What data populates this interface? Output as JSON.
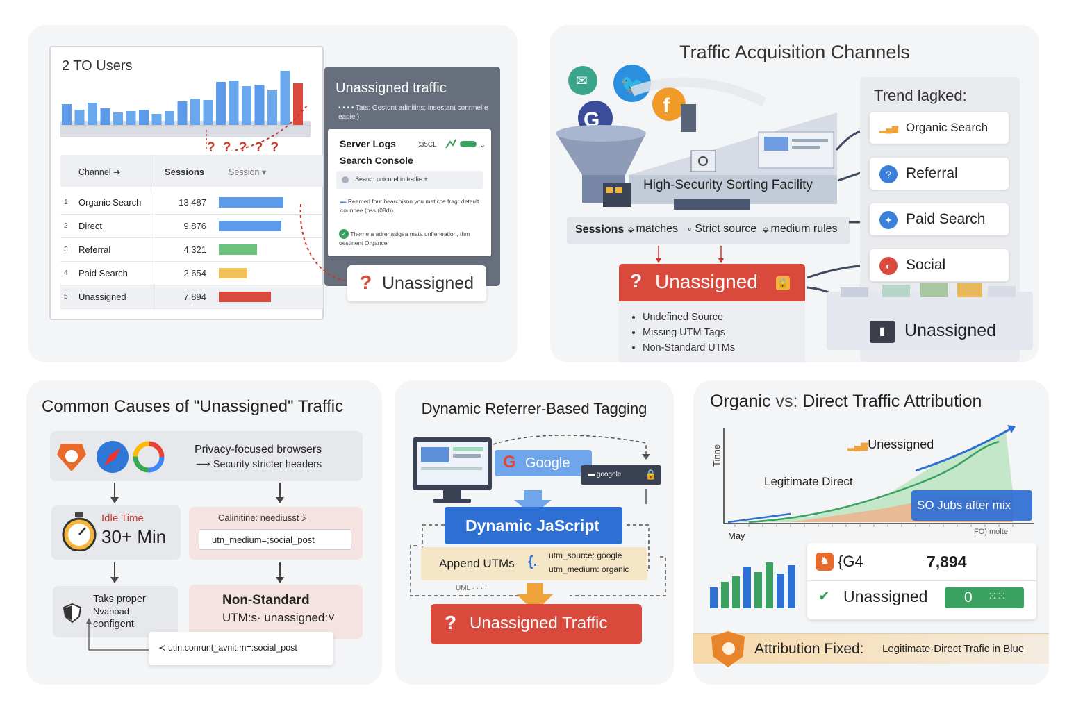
{
  "dashboard": {
    "title": "2 TO Users",
    "question_marks": "? ? ? ? ?",
    "table": {
      "headers": [
        "Channel",
        "Sessions",
        "Session"
      ],
      "rows": [
        {
          "idx": "1",
          "channel": "Organic Search",
          "sessions": "13,487",
          "color": "#5c9bea",
          "share": 0.88
        },
        {
          "idx": "2",
          "channel": "Direct",
          "sessions": "9,876",
          "color": "#5c9bea",
          "share": 0.85
        },
        {
          "idx": "3",
          "channel": "Referral",
          "sessions": "4,321",
          "color": "#6cc27f",
          "share": 0.52
        },
        {
          "idx": "4",
          "channel": "Paid Search",
          "sessions": "2,654",
          "color": "#f3c15a",
          "share": 0.39
        },
        {
          "idx": "5",
          "channel": "Unassigned",
          "sessions": "7,894",
          "color": "#d94a3d",
          "share": 0.71
        }
      ]
    }
  },
  "unassigned_panel": {
    "title": "Unassigned traffic",
    "subtitle": "• • • • Tats: Gestont adinitins; insestant conrmel e eapiel)",
    "server_logs": "Server Logs",
    "ssl": ":35CL",
    "search_console": "Search Console",
    "search_row": "Search unicorel in traffie +",
    "note1": "Reemed four bearchison you maticce fragr deteult counnee (oss (08d))",
    "note2": "Therne a adrenasigea mata unfieneation, thm oestinent Organce",
    "pill": "Unassigned"
  },
  "channels": {
    "title": "Traffic Acquisition Channels",
    "facility": "High-Security Sorting Facility",
    "rules": [
      "Sessions",
      "matches",
      "Strict source",
      "medium rules"
    ],
    "unassigned": "Unassigned",
    "reasons": [
      "Undefined Source",
      "Missing UTM Tags",
      "Non-Standard UTMs"
    ],
    "trend_title": "Trend lagked:",
    "trend_items": [
      {
        "label": "Organic Search",
        "color": "#f0a23a"
      },
      {
        "label": "Referral",
        "color": "#3a7fd9"
      },
      {
        "label": "Paid Search",
        "color": "#3a7fd9"
      },
      {
        "label": "Social",
        "color": "#d94a3d"
      }
    ],
    "unassigned_box": "Unassigned"
  },
  "causes": {
    "title": "Common Causes of \"Unassigned\" Traffic",
    "privacy_title": "Privacy-focused browsers",
    "privacy_sub": "Security stricter headers",
    "idle_label": "Idle Time",
    "idle_value": "30+ Min",
    "campaign_label": "Calinitine: neediusst",
    "campaign_code": "utn_medium=;social_post",
    "tags_text": [
      "Taks proper",
      "Nvanoad",
      "configent"
    ],
    "nonstd_line1": "Non-Standard",
    "nonstd_line2": "UTM:s· unassigned:",
    "code_bottom": "≺ utin.conrunt_avnit.m=:social_post"
  },
  "tagging": {
    "title": "Dynamic Referrer-Based Tagging",
    "google": "Google",
    "google_small": "googole",
    "script": "Dynamic JaScript",
    "append": "Append UTMs",
    "utm_source": "utm_source: google",
    "utm_medium": "utm_medium: organic",
    "uml": "UML",
    "result": "Unassigned Traffic"
  },
  "attribution": {
    "title_a": "Organic",
    "title_vs": "vs:",
    "title_b": "Direct Traffic",
    "title_c": "Attribution",
    "y_label": "Tinne",
    "x_start": "May",
    "x_end": "FO) molte",
    "unassigned_label": "Unessigned",
    "direct_label": "Legitimate Direct",
    "banner": "SO Jubs after mix",
    "g4": "{G4",
    "g4_value": "7,894",
    "ua_label": "Unassigned",
    "ua_value": "0",
    "fixed_label": "Attribution Fixed:",
    "fixed_detail": "Legitimate·Direct Trafic in Blue"
  }
}
